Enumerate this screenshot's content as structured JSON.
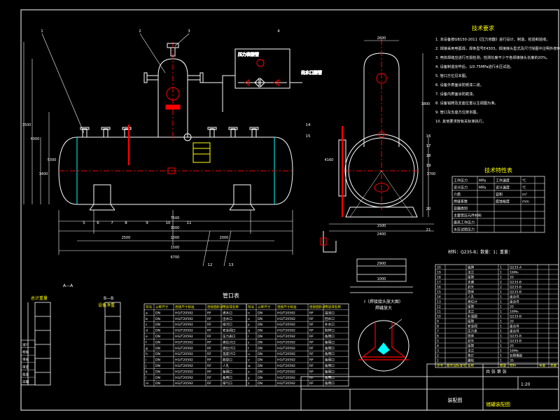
{
  "notes_title": "技术要求",
  "notes": [
    "1. 本设备按GB150-2011《压力容器》进行设计、制造、检验和验收。",
    "2. 焊接采用电弧焊，焊条型号E4303，焊接接头型式及尺寸除图中注明外按HG/T20583规定。",
    "3. 壳体焊缝应进行无损检测，检测长度不少于各焊接接头长度的20%。",
    "4. 设备制造完毕后，以0.75MPa进行水压试验。",
    "5. 管口方位见本图。",
    "6. 设备外表面涂防锈漆二道。",
    "7. 设备内表面涂防腐漆。",
    "8. 设备铭牌及支座位置以主视图为准。",
    "9. 管口及支座方位按本图。",
    "10. 其他要求按有关标准执行。"
  ],
  "design_params_title": "技术特性表",
  "design_params": [
    [
      "工作压力",
      "MPa",
      "工作温度",
      "℃"
    ],
    [
      "设计压力",
      "MPa",
      "设计温度",
      "℃"
    ],
    [
      "介质",
      "",
      "容积",
      "m³"
    ],
    [
      "焊缝系数",
      "",
      "腐蚀裕度",
      "mm"
    ],
    [
      "容器类别",
      "",
      "",
      ""
    ],
    [
      "主要受压元件材料",
      "",
      "",
      ""
    ],
    [
      "最高工作压力",
      "",
      "",
      ""
    ],
    [
      "水压试验压力",
      "",
      "",
      ""
    ]
  ],
  "detail_note": "材料：Q235-B；数量：1；重量：",
  "nozzle_table_title": "管口表",
  "nozzle_table_header": [
    "符号",
    "公称尺寸",
    "连接尺寸标准",
    "连接面形式",
    "用途或名称"
  ],
  "nozzle_rows": [
    [
      "a",
      "DN",
      "HG/T20592",
      "RF",
      "进水口"
    ],
    [
      "b",
      "DN",
      "HG/T20592",
      "RF",
      "出水口"
    ],
    [
      "c",
      "DN",
      "HG/T20592",
      "RF",
      "排污口"
    ],
    [
      "d",
      "DN",
      "HG/T20592",
      "RF",
      "安全阀口"
    ],
    [
      "e",
      "DN",
      "HG/T20592",
      "RF",
      "压力表口"
    ],
    [
      "f",
      "DN",
      "HG/T20592",
      "RF",
      "液位计口"
    ],
    [
      "g",
      "DN",
      "HG/T20592",
      "RF",
      "液位计口"
    ],
    [
      "h",
      "DN",
      "HG/T20592",
      "RF",
      "温度计口"
    ],
    [
      "i",
      "DN",
      "HG/T20592",
      "RF",
      "放空口"
    ],
    [
      "j",
      "DN",
      "HG/T20592",
      "RF",
      "人孔"
    ],
    [
      "k",
      "DN",
      "HG/T20592",
      "RF",
      "备用口"
    ],
    [
      "l",
      "DN",
      "HG/T20592",
      "RF",
      "备用口"
    ],
    [
      "m",
      "DN",
      "HG/T20592",
      "RF",
      "排气口"
    ]
  ],
  "nozzle_rows_right": [
    [
      "n",
      "DN",
      "HG/T20592",
      "RF",
      "溢流口"
    ],
    [
      "o",
      "DN",
      "HG/T20592",
      "RF",
      "回水口"
    ],
    [
      "p",
      "DN",
      "HG/T20592",
      "RF",
      "补水口"
    ],
    [
      "q",
      "DN",
      "HG/T20592",
      "RF",
      "取样口"
    ],
    [
      "r",
      "DN",
      "HG/T20592",
      "RF",
      "备用口"
    ],
    [
      "s",
      "DN",
      "HG/T20592",
      "RF",
      "备用口"
    ],
    [
      "t",
      "DN",
      "HG/T20592",
      "RF",
      "备用口"
    ],
    [
      "u",
      "DN",
      "HG/T20592",
      "RF",
      "备用口"
    ],
    [
      "v",
      "DN",
      "HG/T20592",
      "RF",
      "备用口"
    ],
    [
      "w",
      "DN",
      "HG/T20592",
      "RF",
      "备用口"
    ],
    [
      "x",
      "DN",
      "HG/T20592",
      "RF",
      "备用口"
    ],
    [
      "y",
      "DN",
      "HG/T20592",
      "RF",
      "备用口"
    ],
    [
      "z",
      "DN",
      "HG/T20592",
      "RF",
      "备用口"
    ]
  ],
  "parts_rows": [
    [
      "20",
      "",
      "铭牌",
      "1",
      "Q235-A",
      "",
      ""
    ],
    [
      "19",
      "",
      "法兰",
      "1",
      "16Mn",
      "",
      ""
    ],
    [
      "18",
      "",
      "接管",
      "1",
      "20",
      "",
      ""
    ],
    [
      "17",
      "",
      "支座",
      "2",
      "Q235-B",
      "",
      ""
    ],
    [
      "16",
      "",
      "封头",
      "2",
      "Q235-B",
      "",
      ""
    ],
    [
      "15",
      "",
      "筒体",
      "1",
      "Q235-B",
      "",
      ""
    ],
    [
      "14",
      "",
      "人孔",
      "1",
      "组合件",
      "",
      ""
    ],
    [
      "13",
      "",
      "液位计",
      "1",
      "组合件",
      "",
      ""
    ],
    [
      "12",
      "",
      "接管",
      "1",
      "20",
      "",
      ""
    ],
    [
      "11",
      "",
      "法兰",
      "1",
      "16Mn",
      "",
      ""
    ],
    [
      "10",
      "",
      "补强圈",
      "1",
      "Q235-B",
      "",
      ""
    ],
    [
      "9",
      "",
      "接管",
      "1",
      "20",
      "",
      ""
    ],
    [
      "8",
      "",
      "安全阀",
      "1",
      "组合件",
      "",
      ""
    ],
    [
      "7",
      "",
      "压力表",
      "1",
      "组合件",
      "",
      ""
    ],
    [
      "6",
      "",
      "筒体",
      "1",
      "Q235-B",
      "",
      ""
    ],
    [
      "5",
      "",
      "封头",
      "1",
      "Q235-B",
      "",
      ""
    ],
    [
      "4",
      "",
      "接管",
      "1",
      "20",
      "",
      ""
    ],
    [
      "3",
      "",
      "法兰",
      "1",
      "16Mn",
      "",
      ""
    ],
    [
      "2",
      "",
      "垫片",
      "1",
      "石棉橡胶",
      "",
      ""
    ],
    [
      "1",
      "",
      "螺栓",
      "1",
      "35",
      "",
      ""
    ]
  ],
  "parts_header": [
    "序号",
    "图号或标准号",
    "名称",
    "数量",
    "材料",
    "单重",
    "总重"
  ],
  "title_block": {
    "project": "储罐装配图",
    "drawing_no": "",
    "scale": "1:20",
    "sheet": "共 张 第 张",
    "name_short": "装配图"
  },
  "section_labels": {
    "aa": "A—A",
    "bb": "B—B",
    "detail": "I（焊接接头放大图）",
    "detail_sub": "焊缝放大",
    "left_tag": "总计重量",
    "left_tag2": "设备净重"
  },
  "left_stamp": [
    "设计",
    "校核",
    "审核",
    "审定",
    "批准",
    "日期"
  ],
  "callouts": [
    "1",
    "2",
    "3",
    "4",
    "5",
    "6",
    "7",
    "8",
    "9",
    "10",
    "11",
    "12",
    "13",
    "14",
    "15",
    "16",
    "17",
    "18",
    "19",
    "20",
    "21"
  ],
  "dims_main": [
    "7500",
    "3000",
    "1000",
    "1500",
    "2500",
    "2000",
    "3500",
    "4000",
    "1400",
    "5300",
    "6700"
  ],
  "dims_side": [
    "2600",
    "1800",
    "1700",
    "4160",
    "1500",
    "2400",
    "2900",
    "1000"
  ],
  "valve_label": "压力表接管",
  "outlet_label": "出水口接管"
}
